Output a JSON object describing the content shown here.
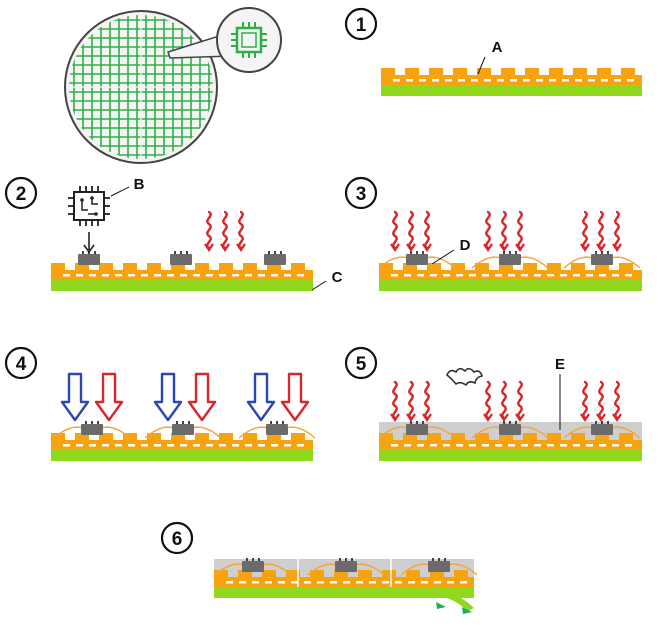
{
  "steps": [
    "1",
    "2",
    "3",
    "4",
    "5",
    "6"
  ],
  "labels": {
    "a": "A",
    "b": "B",
    "c": "C",
    "d": "D",
    "e": "E"
  },
  "colors": {
    "substrate": "#8fd81e",
    "pad": "#f7a30f",
    "chip": "#6b6b6b",
    "wire": "#f3a63a",
    "heat": "#d9262b",
    "cool_arrow": "#2a47b3",
    "hot_arrow": "#d9262b",
    "wafer_grid": "#2fae48",
    "mold": "#cfcfcf",
    "peel_arrow": "#1fae5a"
  },
  "icons": {
    "wafer": "wafer-icon",
    "chip": "microchip-icon",
    "circuit_chip": "circuit-chip-icon",
    "heat": "heat-wave-icon",
    "cooling": "cooling-arrow-icon",
    "heating": "heating-arrow-icon",
    "gas": "gas-vapor-icon"
  }
}
